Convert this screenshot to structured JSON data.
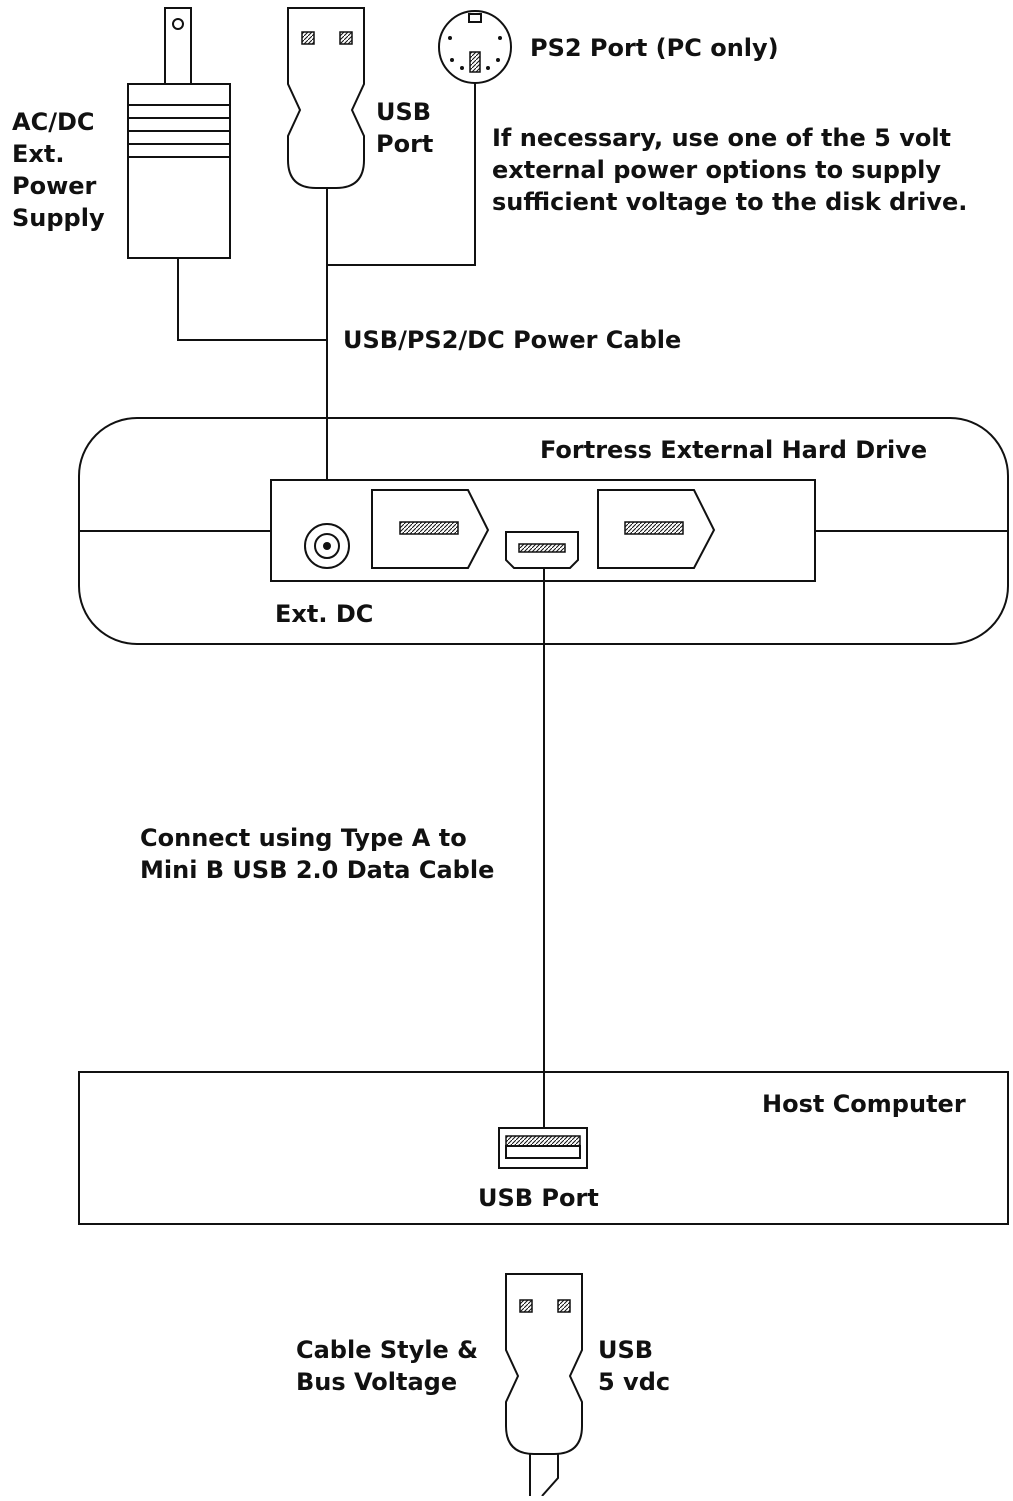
{
  "labels": {
    "ac_dc_supply": [
      "AC/DC",
      "Ext.",
      "Power",
      "Supply"
    ],
    "usb_port_top": [
      "USB",
      "Port"
    ],
    "ps2_port": "PS2 Port (PC only)",
    "power_note": [
      "If necessary, use one of the 5 volt",
      "external power options to supply",
      "sufficient voltage to the disk drive."
    ],
    "power_cable": "USB/PS2/DC Power Cable",
    "hard_drive": "Fortress External Hard Drive",
    "ext_dc": "Ext. DC",
    "data_cable": [
      "Connect using Type A to",
      "Mini B USB 2.0 Data Cable"
    ],
    "host_computer": "Host Computer",
    "host_usb_port": "USB Port",
    "cable_style": [
      "Cable Style &",
      "Bus Voltage"
    ],
    "usb_voltage": [
      "USB",
      "5 vdc"
    ]
  },
  "colors": {
    "line": "#111111",
    "background": "#ffffff"
  }
}
